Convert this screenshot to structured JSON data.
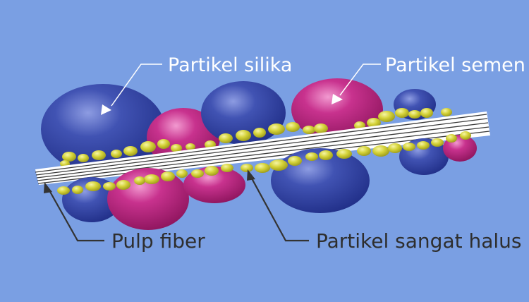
{
  "background_color": "#7a9fe3",
  "labels": {
    "silica": "Partikel silika",
    "cement": "Partikel semen",
    "pulp": "Pulp fiber",
    "fine": "Partikel sangat halus"
  },
  "colors": {
    "silica_particle": "#2c3c9a",
    "cement_particle": "#b8237e",
    "fine_particle": "#d7d538",
    "fiber": "#ffffff",
    "pointer_light": "#ffffff",
    "pointer_dark": "#333333"
  }
}
